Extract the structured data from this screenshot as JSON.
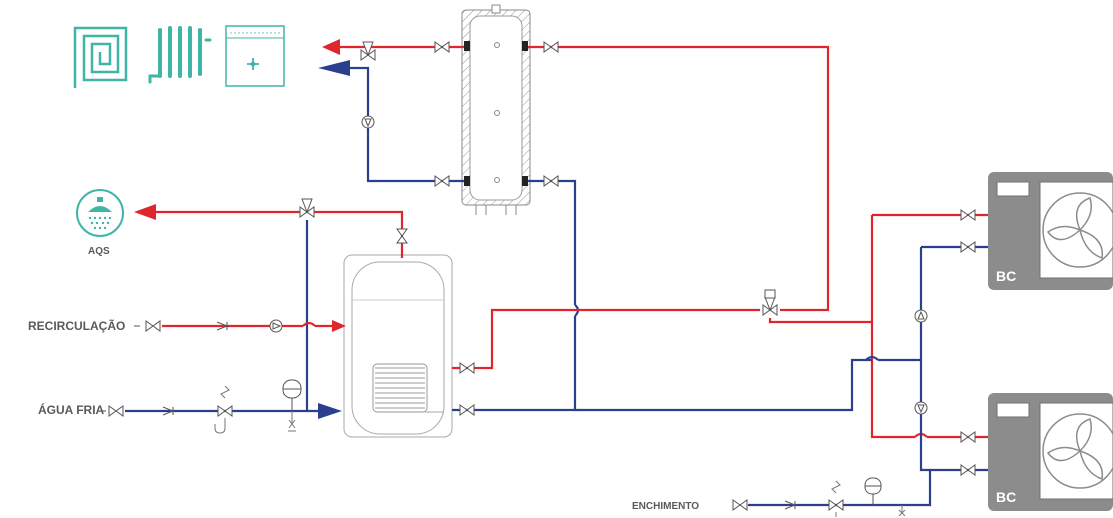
{
  "labels": {
    "aqs": "AQS",
    "recirculacao": "RECIRCULAÇÃO",
    "agua_fria": "ÁGUA FRIA",
    "enchimento": "ENCHIMENTO",
    "bc_top": "BC",
    "bc_bottom": "BC"
  },
  "colors": {
    "hot_pipe": "#e0262d",
    "cold_pipe": "#2b3f8f",
    "teal_icons": "#3fb5a8",
    "heat_pump_body": "#8c8c8c"
  },
  "icons": [
    "underfloor-heating-icon",
    "radiator-icon",
    "fan-coil-icon",
    "shower-icon"
  ]
}
